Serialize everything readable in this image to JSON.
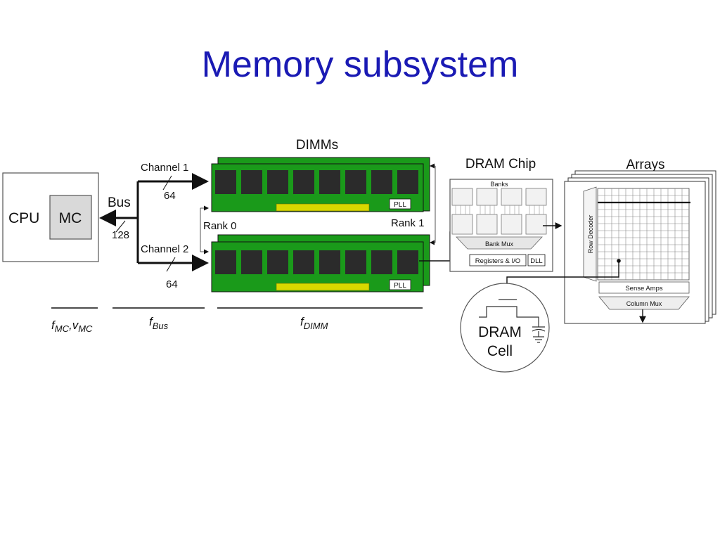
{
  "slide": {
    "title": "Memory subsystem"
  },
  "cpu": {
    "label": "CPU",
    "mc_label": "MC"
  },
  "bus": {
    "label": "Bus",
    "width": "128"
  },
  "channels": [
    {
      "label": "Channel 1",
      "width": "64"
    },
    {
      "label": "Channel 2",
      "width": "64"
    }
  ],
  "dimms": {
    "title": "DIMMs",
    "pll_label": "PLL",
    "rank0": "Rank 0",
    "rank1": "Rank 1"
  },
  "dram_chip": {
    "title": "DRAM Chip",
    "banks": "Banks",
    "bank_mux": "Bank Mux",
    "registers": "Registers & I/O",
    "dll": "DLL"
  },
  "arrays": {
    "title": "Arrays",
    "row_decoder": "Row Decoder",
    "sense_amps": "Sense Amps",
    "column_mux": "Column Mux"
  },
  "dram_cell": {
    "line1": "DRAM",
    "line2": "Cell"
  },
  "frequency_labels": {
    "mc": {
      "f": "f",
      "f_sub": "MC",
      "sep": ",",
      "v": "v",
      "v_sub": "MC"
    },
    "bus": {
      "f": "f",
      "f_sub": "Bus"
    },
    "dimm": {
      "f": "f",
      "f_sub": "DIMM"
    }
  },
  "colors": {
    "title": "#1a1ab4",
    "dimm_board": "#1a9a1a",
    "dimm_chip": "#2b2b2b",
    "gold_pins": "#d8d800",
    "mc_fill": "#d9d9d9"
  }
}
